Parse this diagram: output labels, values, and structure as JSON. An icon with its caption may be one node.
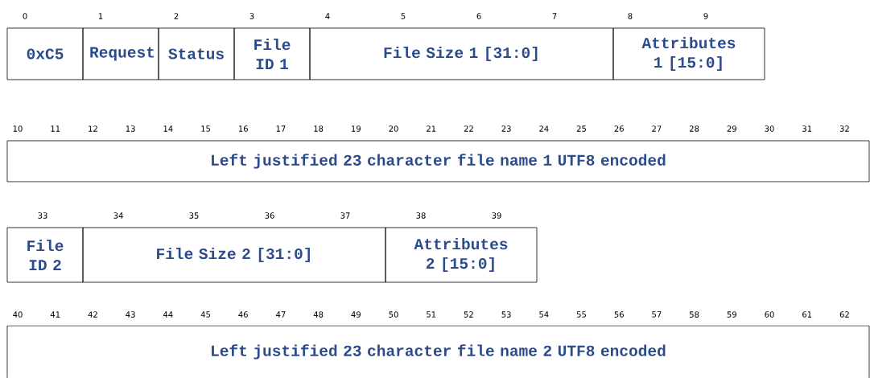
{
  "diagram": {
    "nodes": [
      {
        "text": [
          "0xC5"
        ]
      },
      {
        "text": [
          "Request"
        ]
      },
      {
        "text": [
          "Status"
        ]
      },
      {
        "text": [
          "File ID 1"
        ]
      },
      {
        "text": [
          "File Size 1 [31:0]"
        ]
      },
      {
        "text": [
          "Attributes 1 [15:0]"
        ]
      },
      {
        "text": [
          "Left justified 23 character file name 1 UTF8 encoded"
        ]
      },
      {
        "text": [
          "File ID 2"
        ]
      },
      {
        "text": [
          "File Size 2 [31:0]"
        ]
      },
      {
        "text": [
          "Attributes 2 [15:0]"
        ]
      },
      {
        "text": [
          "Left justified 23 character file name 2 UTF8 encoded"
        ]
      }
    ],
    "labels": [
      "0",
      "1",
      "2",
      "3",
      "4",
      "5",
      "6",
      "7",
      "8",
      "9",
      "10",
      "11",
      "12",
      "13",
      "14",
      "15",
      "16",
      "17",
      "18",
      "19",
      "20",
      "21",
      "22",
      "23",
      "24",
      "25",
      "26",
      "27",
      "28",
      "29",
      "30",
      "31",
      "32",
      "33",
      "34",
      "35",
      "36",
      "37",
      "38",
      "39",
      "40",
      "41",
      "42",
      "43",
      "44",
      "45",
      "46",
      "47",
      "48",
      "49",
      "50",
      "51",
      "52",
      "53",
      "54",
      "55",
      "56",
      "57",
      "58",
      "59",
      "60",
      "61",
      "62"
    ]
  }
}
